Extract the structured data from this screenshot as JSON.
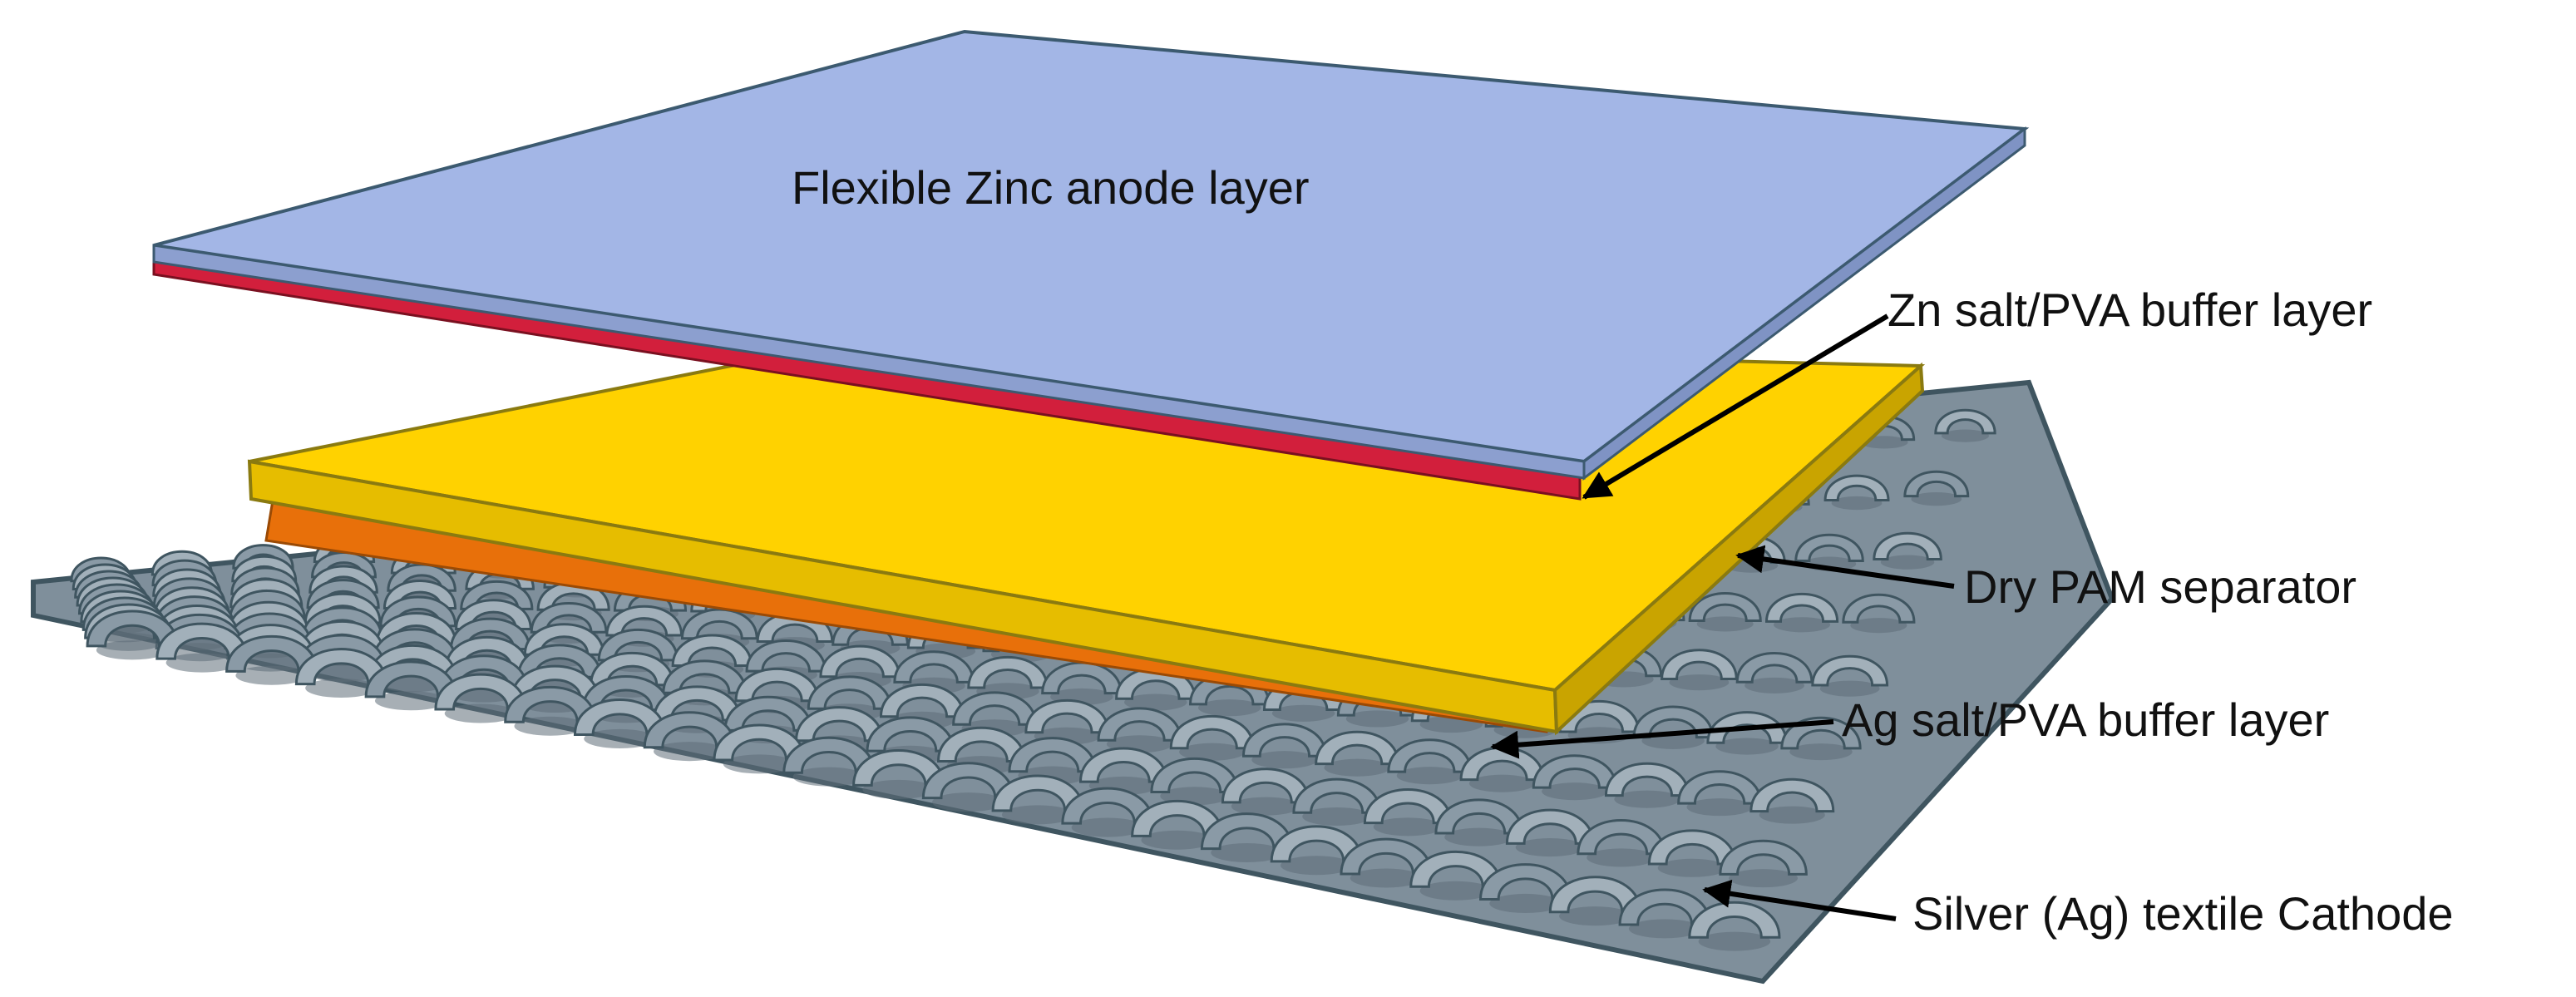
{
  "labels": {
    "anode": "Flexible Zinc anode layer",
    "zn_buffer": "Zn salt/PVA buffer layer",
    "separator": "Dry PAM separator",
    "ag_buffer": "Ag salt/PVA buffer layer",
    "cathode": "Silver (Ag) textile Cathode"
  },
  "colors": {
    "anode_top": "#a3b6e6",
    "anode_edge": "#8c9fcf",
    "zn_buffer": "#d21f3c",
    "separator_top": "#ffd200",
    "separator_edge": "#e0b800",
    "ag_buffer": "#e8700a",
    "textile": "#8a9aa6",
    "textile_dark": "#5f6e79",
    "outline": "#3f5560",
    "arrow": "#000000"
  }
}
